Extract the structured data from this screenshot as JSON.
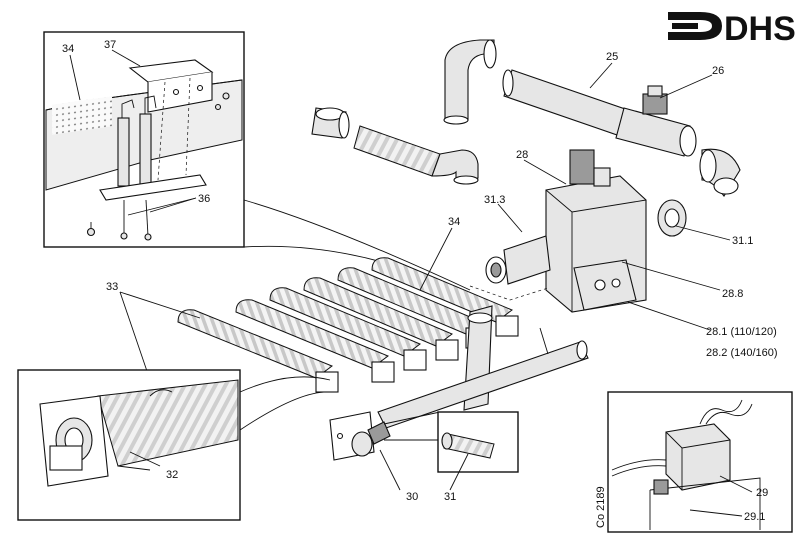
{
  "logo": {
    "text": "DHS"
  },
  "labels": {
    "l25": "25",
    "l26": "26",
    "l28": "28",
    "l28_1": "28.1 (110/120)",
    "l28_2": "28.2 (140/160)",
    "l28_8": "28.8",
    "l29": "29",
    "l29_1": "29.1",
    "l30": "30",
    "l31": "31",
    "l31_1": "31.1",
    "l31_3": "31.3",
    "l32": "32",
    "l33": "33",
    "l34_main": "34",
    "l34_inset": "34",
    "l36": "36",
    "l37": "37"
  },
  "drawing_code": "Co 2189"
}
